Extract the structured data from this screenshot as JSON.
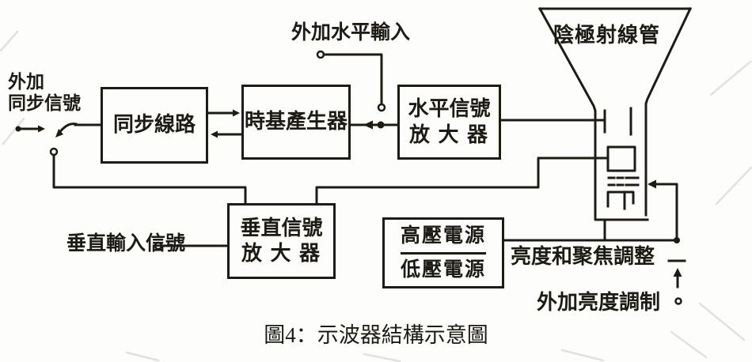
{
  "figure": {
    "caption": "圖4：示波器結構示意圖",
    "colors": {
      "ink": "#1e1a14",
      "paper": "#fdfdfb"
    },
    "blocks": {
      "sync_circuit": "同步線路",
      "timebase": "時基產生器",
      "horiz_amp": {
        "line1": "水平信號",
        "line2": "放 大 器"
      },
      "vert_amp": {
        "line1": "垂直信號",
        "line2": "放 大 器"
      },
      "hv_supply": "高壓電源",
      "lv_supply": "低壓電源",
      "crt": "陰極射線管"
    },
    "labels": {
      "ext_sync": {
        "line1": "外加",
        "line2": "同步信號"
      },
      "ext_horiz_input": "外加水平輸入",
      "vert_input": "垂直輸入信號",
      "brightness_focus_adjust": "亮度和聚焦調整",
      "ext_brightness_mod": "外加亮度調制"
    }
  }
}
